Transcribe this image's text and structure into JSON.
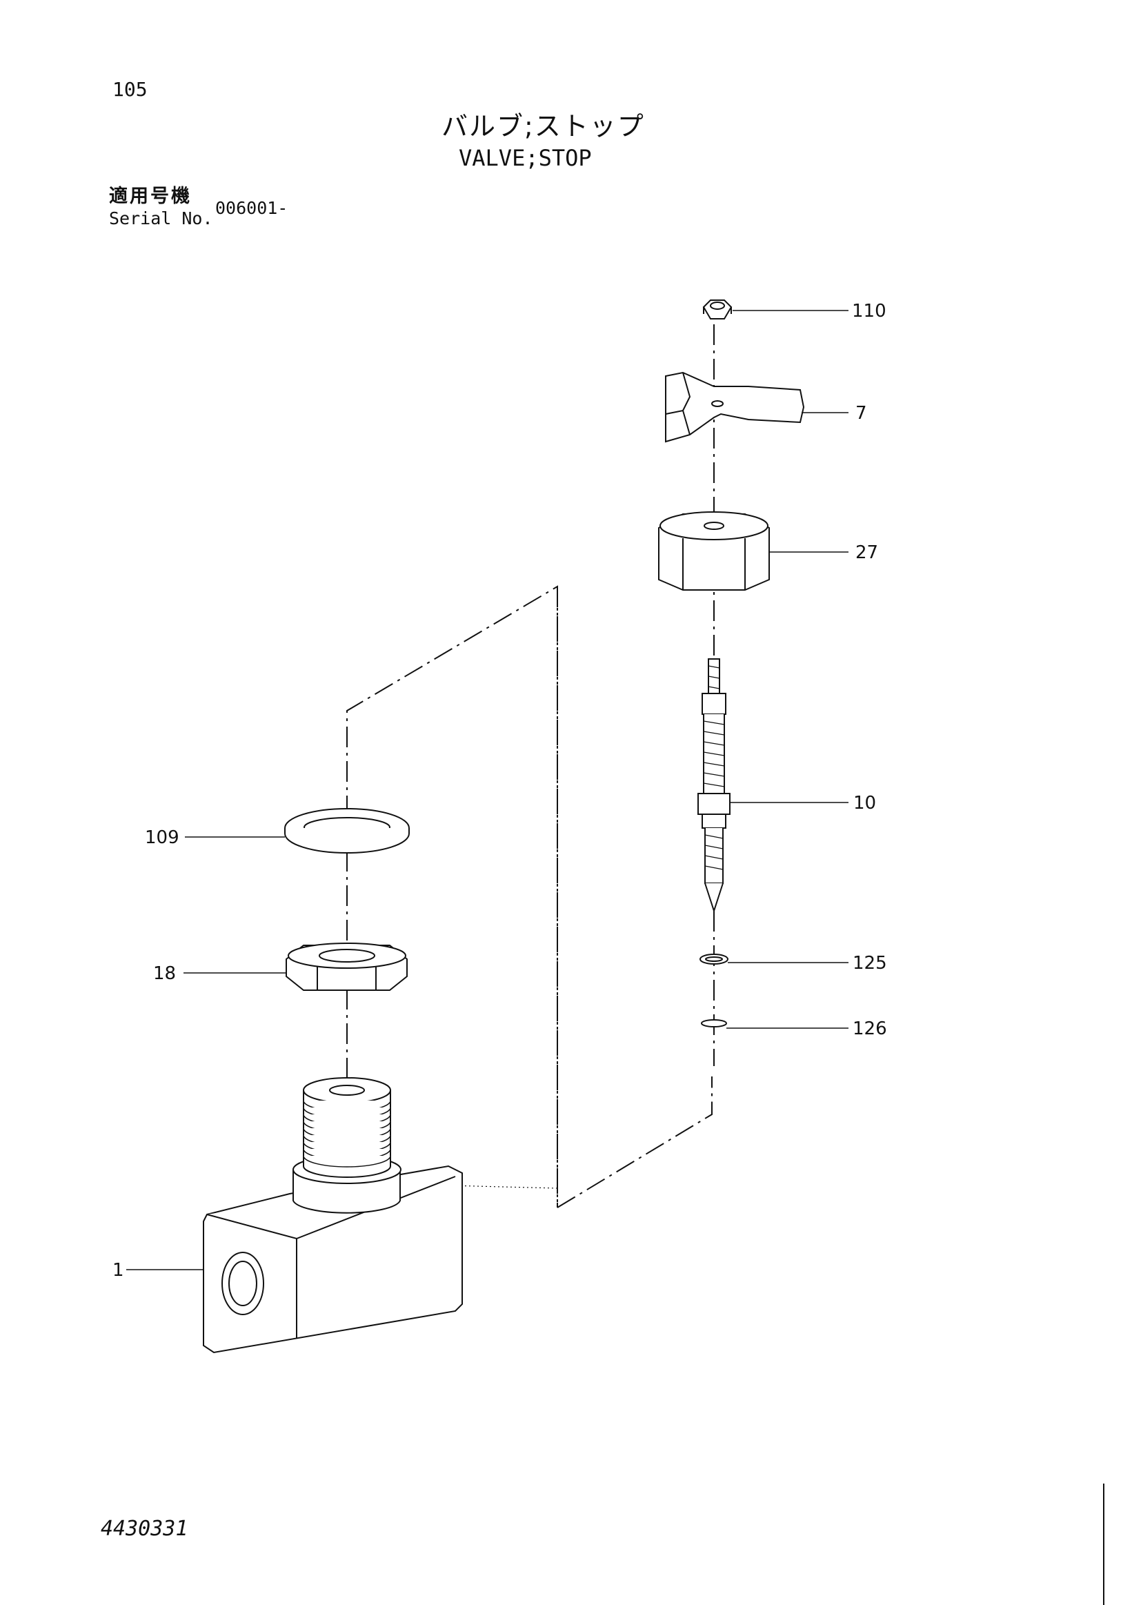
{
  "header": {
    "page_number": "105",
    "title_ja": "バルブ;ストップ",
    "title_en": "VALVE;STOP",
    "serial_label_ja": "適用号機",
    "serial_label_en": "Serial No.",
    "serial_value": "006001-"
  },
  "footer": {
    "drawing_code": "4430331"
  },
  "callouts": {
    "c110": "110",
    "c7": "7",
    "c27": "27",
    "c10": "10",
    "c125": "125",
    "c126": "126",
    "c109": "109",
    "c18": "18",
    "c1": "1"
  }
}
